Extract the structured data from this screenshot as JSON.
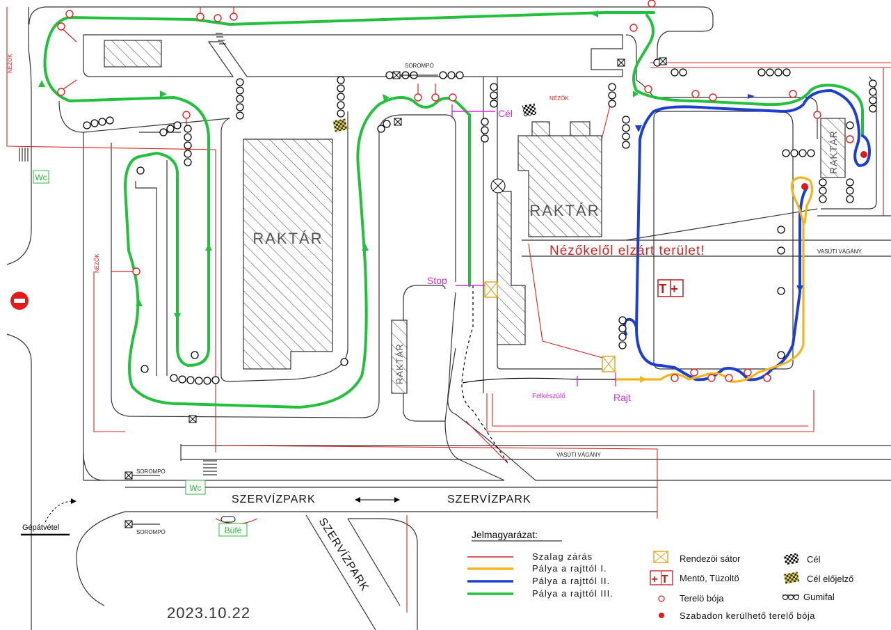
{
  "date": "2023.10.22",
  "buildings": {
    "raktar_main": "RAKTÁR",
    "raktar_right": "RAKTÁR",
    "raktar_small": "RAKTÁR",
    "raktar_corner": "RAKTÁR"
  },
  "labels": {
    "nezok_left": "NÉZŐK",
    "nezok_mid": "NÉZŐK",
    "nezok_top": "NÉZŐK",
    "sorompo_top": "SOROMPÓ",
    "sorompo_bottom1": "SOROMPÓ",
    "sorompo_bottom2": "SOROMPÓ",
    "wc_left": "Wc",
    "wc_bottom": "Wc",
    "bufe": "Büfé",
    "gepatvetel": "Gépátvétel",
    "szervizpark_left": "SZERVÍZPARK",
    "szervizpark_right": "SZERVÍZPARK",
    "szervizpark_diag": "SZERVÍZPARK",
    "vasuti_top": "VASÚTI VÁGÁNY",
    "vasuti_bottom": "VASÚTI VÁGÁNY",
    "cel": "Cél",
    "stop": "Stop",
    "rajt": "Rajt",
    "felkeszulo": "Felkészülő",
    "restricted": "Nézőkelől elzárt terület!",
    "medic_fire": "T+"
  },
  "legend": {
    "title": "Jelmagyarázat:",
    "items": [
      {
        "label": "Szalag zárás",
        "color": "#d22222"
      },
      {
        "label": "Pálya a rajttól I.",
        "color": "#f2b51a"
      },
      {
        "label": "Pálya a rajttól II.",
        "color": "#1c3fd0"
      },
      {
        "label": "Pálya a rajttól III.",
        "color": "#22c03c"
      }
    ],
    "symbols": [
      {
        "label": "Rendezöi sátor",
        "icon": "tent-icon"
      },
      {
        "label": "Mentö, Tüzoltö",
        "icon": "medic-fire-icon",
        "glyph": "+T"
      },
      {
        "label": "Terelö bója",
        "icon": "cone-icon"
      },
      {
        "label": "Szabadon kerülhető terelő bója",
        "icon": "free-cone-icon"
      },
      {
        "label": "Cél",
        "icon": "finish-flag-icon"
      },
      {
        "label": "Cél előjelző",
        "icon": "finish-warning-icon"
      },
      {
        "label": "Gumifal",
        "icon": "tire-wall-icon"
      }
    ]
  }
}
